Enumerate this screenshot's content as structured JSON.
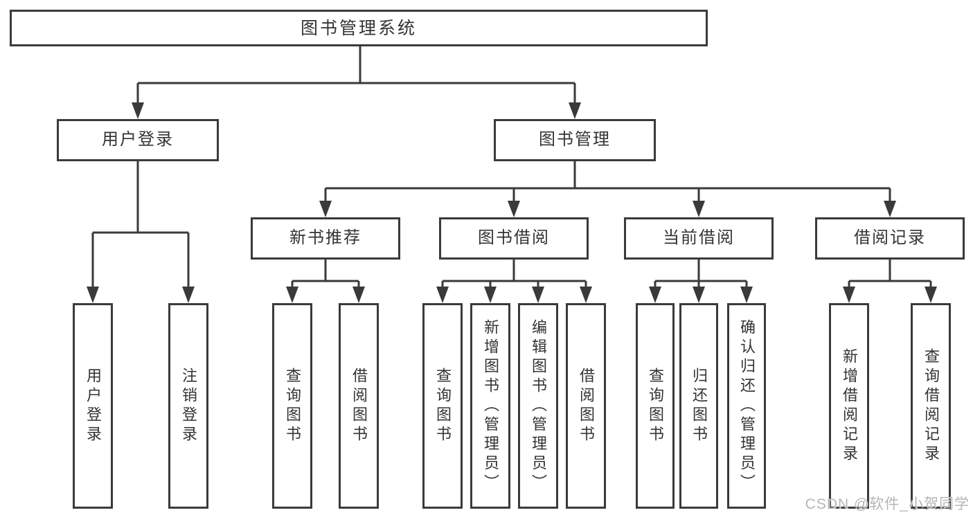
{
  "diagram_type": "hierarchy-tree",
  "colors": {
    "line": "#3a3a3a",
    "box_border": "#3a3a3a",
    "text": "#333333",
    "background": "#ffffff",
    "watermark_text": "#b5b5b5"
  },
  "tree": {
    "label": "图书管理系统",
    "children": [
      {
        "label": "用户登录",
        "children": [
          {
            "label": "用户登录"
          },
          {
            "label": "注销登录"
          }
        ]
      },
      {
        "label": "图书管理",
        "children": [
          {
            "label": "新书推荐",
            "children": [
              {
                "label": "查询图书"
              },
              {
                "label": "借阅图书"
              }
            ]
          },
          {
            "label": "图书借阅",
            "children": [
              {
                "label": "查询图书"
              },
              {
                "label": "新增图书（管理员）"
              },
              {
                "label": "编辑图书（管理员）"
              },
              {
                "label": "借阅图书"
              }
            ]
          },
          {
            "label": "当前借阅",
            "children": [
              {
                "label": "查询图书"
              },
              {
                "label": "归还图书"
              },
              {
                "label": "确认归还（管理员）"
              }
            ]
          },
          {
            "label": "借阅记录",
            "children": [
              {
                "label": "新增借阅记录"
              },
              {
                "label": "查询借阅记录"
              }
            ]
          }
        ]
      }
    ]
  },
  "watermark": {
    "text": "CSDN @软件_小贺同学"
  }
}
